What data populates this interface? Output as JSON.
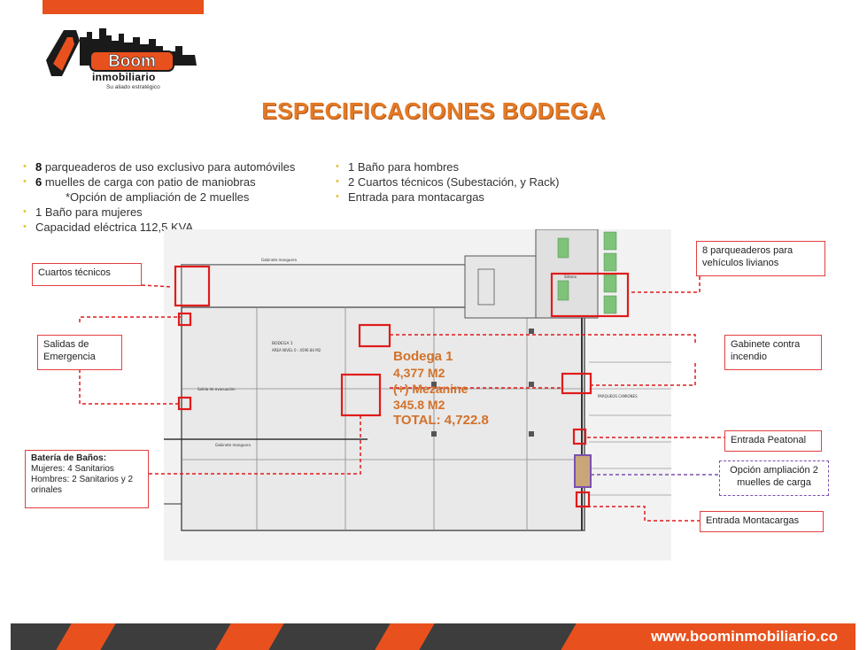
{
  "brand": {
    "logo_word": "Boom",
    "logo_sub": "inmobiliario",
    "tagline": "Su aliado estratégico"
  },
  "title": "ESPECIFICACIONES BODEGA",
  "specs_left": [
    {
      "strong": "8",
      "text": " parqueaderos de uso exclusivo para automóviles"
    },
    {
      "strong": "6",
      "text": " muelles de carga con patio de maniobras"
    },
    {
      "strong": "",
      "text": "*Opción de ampliación de 2 muelles",
      "sub": true
    },
    {
      "strong": "",
      "text": "1 Baño para mujeres"
    },
    {
      "strong": "",
      "text": "Capacidad eléctrica 112,5 KVA"
    }
  ],
  "specs_right": [
    "1 Baño para hombres",
    "2 Cuartos técnicos (Subestación, y Rack)",
    "Entrada para montacargas"
  ],
  "plan_labels": {
    "bodega_name": "BODEGA 1",
    "area_nivel": "AREA NIVEL 0 : 4596.84 M2",
    "salida": "Salida de evacuación",
    "parqueos": "PARQUEOS CAMIONES",
    "gabinete": "Gabinete manguera",
    "sotano": "Sótano"
  },
  "callouts": {
    "cuartos": "Cuartos técnicos",
    "salidas": "Salidas de Emergencia",
    "banos_title": "Batería de Baños:",
    "banos_l1": "Mujeres: 4 Sanitarios",
    "banos_l2": "Hombres: 2 Sanitarios y 2 orinales",
    "parqueaderos": "8 parqueaderos para vehículos livianos",
    "gabinete": "Gabinete contra incendio",
    "peatonal": "Entrada Peatonal",
    "ampliacion": "Opción ampliación 2 muelles de carga",
    "montacargas": "Entrada Montacargas"
  },
  "bodega": {
    "name": "Bodega 1",
    "area": "4,377 M2",
    "mezz_label": "(+) Mezanine",
    "mezz_area": "345.8 M2",
    "total": "TOTAL: 4,722.8"
  },
  "footer": {
    "url": "www.boominmobiliario.co"
  },
  "colors": {
    "accent_orange": "#e8501d",
    "title_orange": "#e37a24",
    "callout_red": "#e24040",
    "bullet_yellow": "#e8c230",
    "purple": "#7a50b0"
  }
}
